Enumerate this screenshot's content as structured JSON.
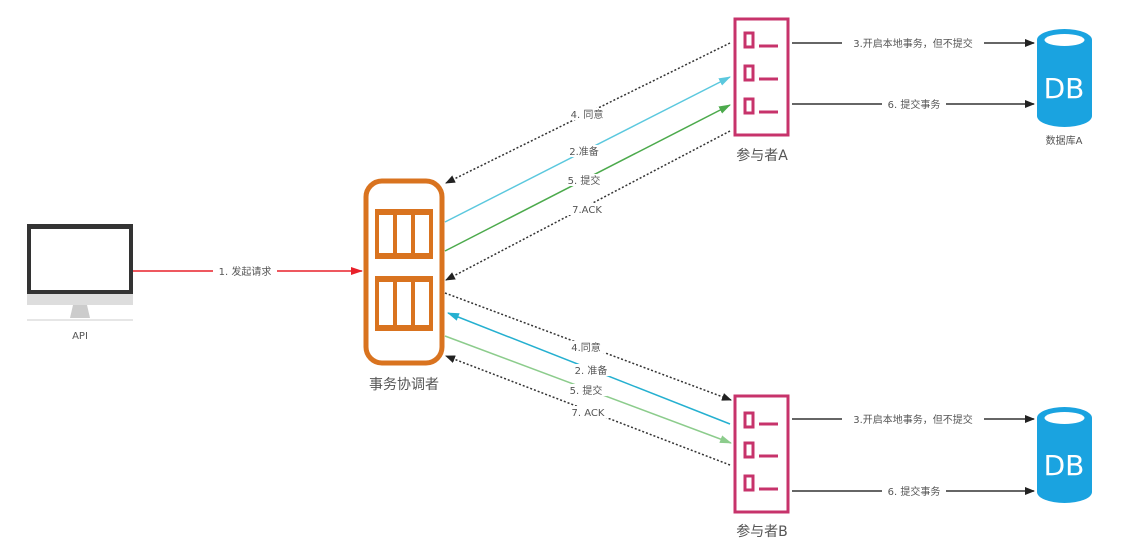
{
  "nodes": {
    "api": {
      "label": "API"
    },
    "coordinator": {
      "label": "事务协调者"
    },
    "participant_a": {
      "label": "参与者A"
    },
    "participant_b": {
      "label": "参与者B"
    },
    "db_a": {
      "label": "数据库A",
      "text": "DB"
    },
    "db_b": {
      "text": "DB"
    }
  },
  "edges": {
    "request": "1. 发起请求",
    "a_agree": "4. 同意",
    "a_prepare": "2.准备",
    "a_commit": "5. 提交",
    "a_ack": "7.ACK",
    "b_agree": "4.同意",
    "b_prepare": "2. 准备",
    "b_commit": "5. 提交",
    "b_ack": "7. ACK",
    "a_begin": "3.开启本地事务，但不提交",
    "a_commit_tx": "6. 提交事务",
    "b_begin": "3.开启本地事务，但不提交",
    "b_commit_tx": "6. 提交事务"
  },
  "colors": {
    "coordinator": "#d9731f",
    "participant": "#c7336b",
    "db": "#1aa3e0",
    "request": "#e8202a",
    "prepare": "#5bc8de",
    "prepare_b": "#25b0d0",
    "commit": "#4caa4c",
    "commit_b": "#8ccc8c",
    "dotted": "#333333"
  }
}
